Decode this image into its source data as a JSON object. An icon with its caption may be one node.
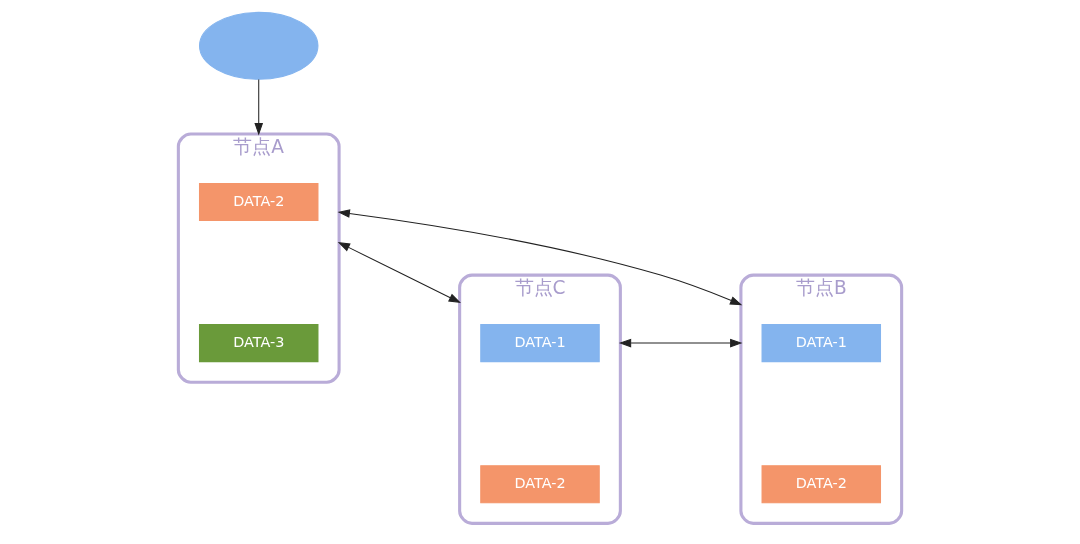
{
  "diagram": {
    "nodes": [
      {
        "text": [],
        "shape": "cloud"
      },
      {
        "text": [
          "节点A"
        ]
      },
      {
        "text": [
          "DATA-2"
        ],
        "in": 1
      },
      {
        "text": [
          "DATA-3"
        ],
        "in": 1
      },
      {
        "text": [
          "节点C"
        ]
      },
      {
        "text": [
          "DATA-1"
        ],
        "in": 4
      },
      {
        "text": [
          "DATA-2"
        ],
        "in": 4
      },
      {
        "text": [
          "节点B"
        ]
      },
      {
        "text": [
          "DATA-1"
        ],
        "in": 7
      },
      {
        "text": [
          "DATA-2"
        ],
        "in": 7
      }
    ],
    "edges": [
      {
        "from": 0,
        "to": 1,
        "arrow": "to"
      },
      {
        "from": 1,
        "to": 4,
        "arrow": "both"
      },
      {
        "from": 1,
        "to": 7,
        "arrow": "both"
      },
      {
        "from": 4,
        "to": 7,
        "arrow": "both"
      }
    ]
  }
}
